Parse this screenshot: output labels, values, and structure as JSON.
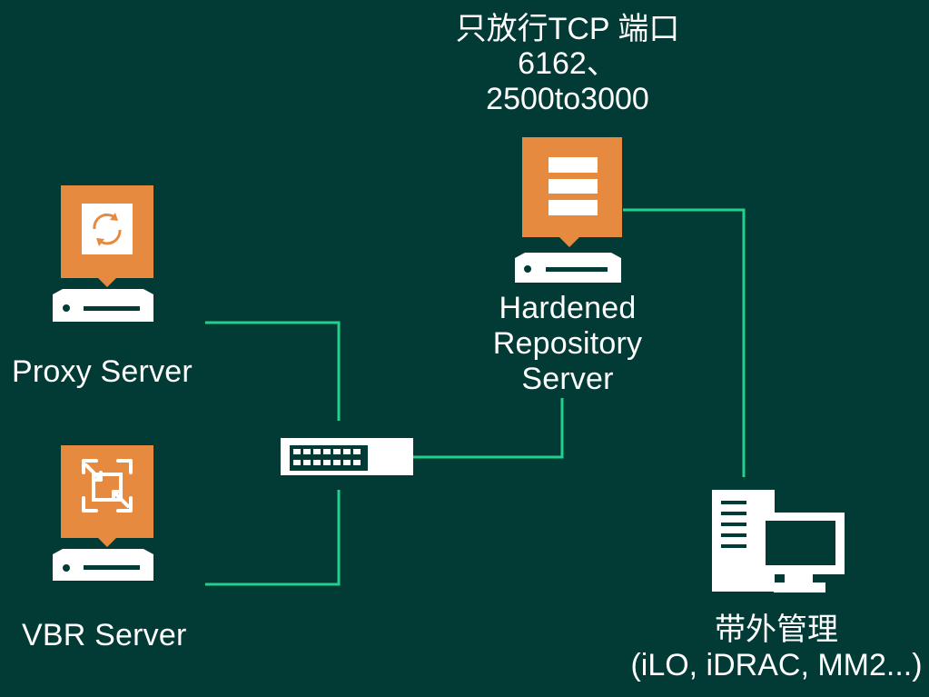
{
  "diagram": {
    "port_note": {
      "line1": "只放行TCP 端口",
      "line2": "6162、",
      "line3": "2500to3000"
    },
    "proxy_server": {
      "label": "Proxy Server"
    },
    "vbr_server": {
      "label": "VBR Server"
    },
    "hardened_repository": {
      "line1": "Hardened",
      "line2": "Repository",
      "line3": "Server"
    },
    "out_of_band_management": {
      "line1": "带外管理",
      "line2": "(iLO, iDRAC, MM2...)"
    }
  },
  "colors": {
    "background": "#023a35",
    "connector": "#22d18a",
    "orange": "#e68a3f",
    "white": "#ffffff"
  },
  "icons": [
    "proxy-server-icon",
    "vbr-server-icon",
    "repository-server-icon",
    "network-switch-icon",
    "management-workstation-icon"
  ]
}
